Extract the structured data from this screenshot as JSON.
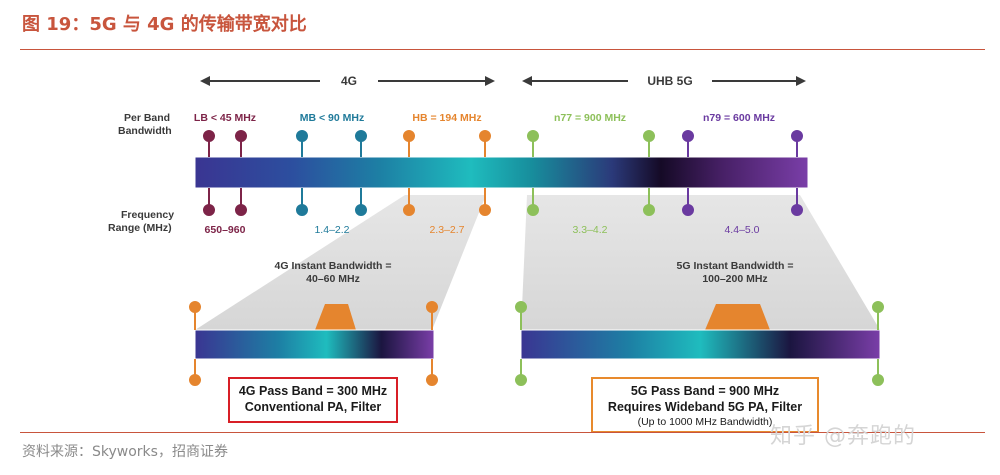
{
  "figure_title": "图 19：5G 与 4G 的传输带宽对比",
  "source": "资料来源：Skyworks，招商证券",
  "watermark": "知乎 @奔跑的",
  "band_groups": {
    "g4": "4G",
    "uhb": "UHB 5G"
  },
  "row_labels": {
    "per_band_1": "Per Band",
    "per_band_2": "Bandwidth",
    "freq_1": "Frequency",
    "freq_2": "Range (MHz)"
  },
  "bands": [
    {
      "name": "LB < 45 MHz",
      "range": "650–960",
      "color": "#7d2448"
    },
    {
      "name": "MB < 90 MHz",
      "range": "1.4–2.2",
      "color": "#1f7a9a"
    },
    {
      "name": "HB = 194 MHz",
      "range": "2.3–2.7",
      "color": "#e5852e"
    },
    {
      "name": "n77 = 900 MHz",
      "range": "3.3–4.2",
      "color": "#8dc05a"
    },
    {
      "name": "n79 = 600 MHz",
      "range": "4.4–5.0",
      "color": "#6a3aa0"
    }
  ],
  "instant_bw": {
    "g4_line1": "4G Instant Bandwidth =",
    "g4_line2": "40–60 MHz",
    "g5_line1": "5G Instant Bandwidth =",
    "g5_line2": "100–200 MHz"
  },
  "pass_band": {
    "g4_line1": "4G Pass Band = 300 MHz",
    "g4_line2": "Conventional PA, Filter",
    "g5_line1": "5G Pass Band = 900 MHz",
    "g5_line2": "Requires Wideband 5G PA, Filter",
    "g5_line3": "(Up to 1000 MHz Bandwidth)"
  },
  "colors": {
    "title": "#c8553d",
    "arrow": "#3a3a3a",
    "label_dark": "#3a3a3a",
    "box_4g_border": "#d81f26",
    "box_5g_border": "#e88a2d",
    "signal_block": "#e5852e"
  }
}
